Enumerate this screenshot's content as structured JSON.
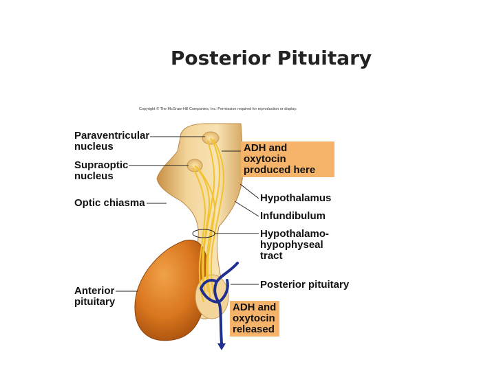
{
  "title": "Posterior Pituitary",
  "copyright": "Copyright © The McGraw-Hill Companies, Inc. Permission required for reproduction or display.",
  "labels": {
    "paraventricular": [
      "Paraventricular",
      "nucleus"
    ],
    "supraoptic": [
      "Supraoptic",
      "nucleus"
    ],
    "optic_chiasma": "Optic chiasma",
    "anterior_pituitary": [
      "Anterior",
      "pituitary"
    ],
    "hypothalamus": "Hypothalamus",
    "infundibulum": "Infundibulum",
    "tract": [
      "Hypothalamo-",
      "hypophyseal",
      "tract"
    ],
    "posterior_pituitary": "Posterior pituitary"
  },
  "callouts": {
    "produced": [
      "ADH and oxytocin",
      "produced here"
    ],
    "released": [
      "ADH and",
      "oxytocin",
      "released"
    ]
  },
  "colors": {
    "callout_bg": "#f6b46b",
    "anterior_lobe": "#d9761e",
    "hypothalamus_tissue": "#e8c07c",
    "neurons": "#f2c230",
    "blood_vessel": "#1f2f8f"
  }
}
